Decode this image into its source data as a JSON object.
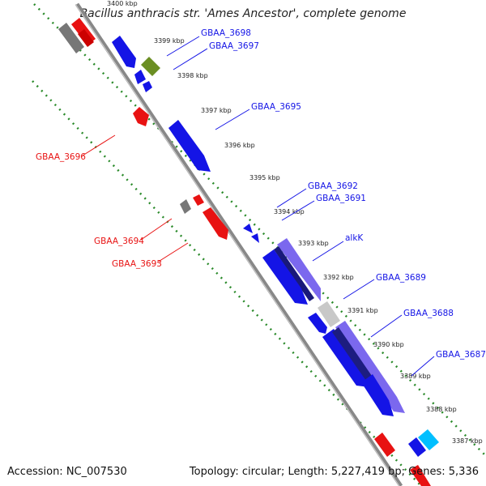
{
  "title": "Bacillus anthracis str. 'Ames Ancestor', complete genome",
  "footer": {
    "accession": "Accession: NC_007530",
    "summary": "Topology: circular; Length: 5,227,419 bp; Genes: 5,336"
  },
  "colors": {
    "backbone": "#808080",
    "track_dots": "#2a8a2a",
    "forward_genes": "#1414e6",
    "reverse_genes": "#ee1111",
    "pseudo_gene": "#888888",
    "rna_gene": "#6b8e23",
    "highlight_gene": "#7b68ee",
    "cyan_gene": "#00bfff"
  },
  "kbp_ticks": [
    "3400 kbp",
    "3399 kbp",
    "3398 kbp",
    "3397 kbp",
    "3396 kbp",
    "3395 kbp",
    "3394 kbp",
    "3393 kbp",
    "3392 kbp",
    "3391 kbp",
    "3390 kbp",
    "3389 kbp",
    "3388 kbp",
    "3387 kbp"
  ],
  "gene_labels": {
    "GBAA_3698": "GBAA_3698",
    "GBAA_3697": "GBAA_3697",
    "GBAA_3695": "GBAA_3695",
    "GBAA_3696": "GBAA_3696",
    "GBAA_3692": "GBAA_3692",
    "GBAA_3691": "GBAA_3691",
    "GBAA_3694": "GBAA_3694",
    "GBAA_3693": "GBAA_3693",
    "alkK": "alkK",
    "GBAA_3689": "GBAA_3689",
    "GBAA_3688": "GBAA_3688",
    "GBAA_3687": "GBAA_3687"
  }
}
